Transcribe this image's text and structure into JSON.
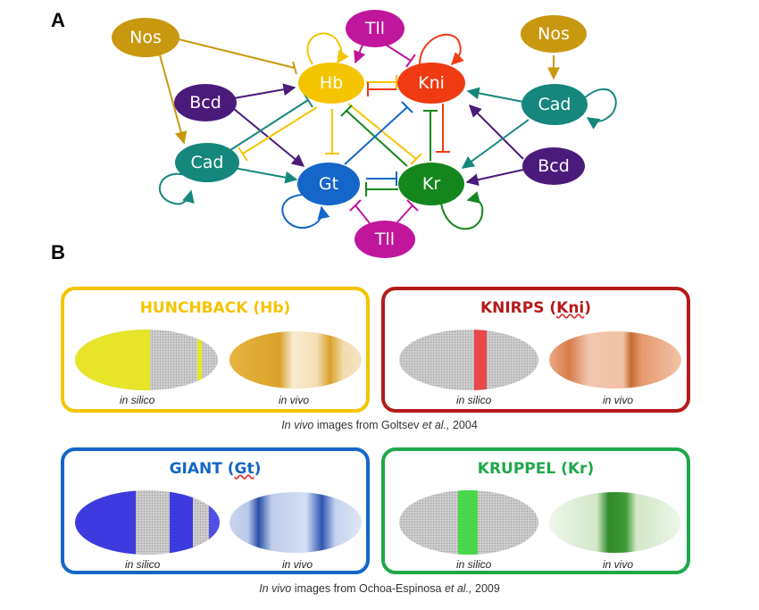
{
  "panels": {
    "a": "A",
    "b": "B"
  },
  "colors": {
    "nos": "#C8980F",
    "hb": "#F5C400",
    "kni": "#F03A12",
    "tll": "#C0169C",
    "bcd": "#4A1B7A",
    "cad": "#15877C",
    "gt": "#1466C8",
    "kr": "#15861E"
  },
  "network": {
    "nodes": {
      "nos_left": "Nos",
      "tll_top": "Tll",
      "nos_right": "Nos",
      "hb": "Hb",
      "kni": "Kni",
      "bcd_left": "Bcd",
      "cad_right": "Cad",
      "cad_left": "Cad",
      "gt": "Gt",
      "kr": "Kr",
      "bcd_right": "Bcd",
      "tll_bottom": "Tll"
    }
  },
  "cards": {
    "hb": {
      "title": "HUNCHBACK (Hb)",
      "left_caption": "in silico",
      "right_caption": "in vivo",
      "color": "#F5C400"
    },
    "kni": {
      "title_pre": "KNIRPS (",
      "title_abbr": "Kni",
      "title_post": ")",
      "left_caption": "in silico",
      "right_caption": "in vivo",
      "color": "#B51A1A"
    },
    "gt": {
      "title_pre": "GIANT (",
      "title_abbr": "Gt",
      "title_post": ")",
      "left_caption": "in silico",
      "right_caption": "in vivo",
      "color": "#1466C8"
    },
    "kr": {
      "title": "KRUPPEL (Kr)",
      "left_caption": "in silico",
      "right_caption": "in vivo",
      "color": "#1FA84A"
    }
  },
  "credits": {
    "top": {
      "italic": "In vivo",
      "text": " images from Goltsev ",
      "italic2": "et al.,",
      "year": " 2004"
    },
    "bottom": {
      "italic": "In vivo",
      "text": " images from Ochoa-Espinosa ",
      "italic2": "et al.,",
      "year": " 2009"
    }
  }
}
